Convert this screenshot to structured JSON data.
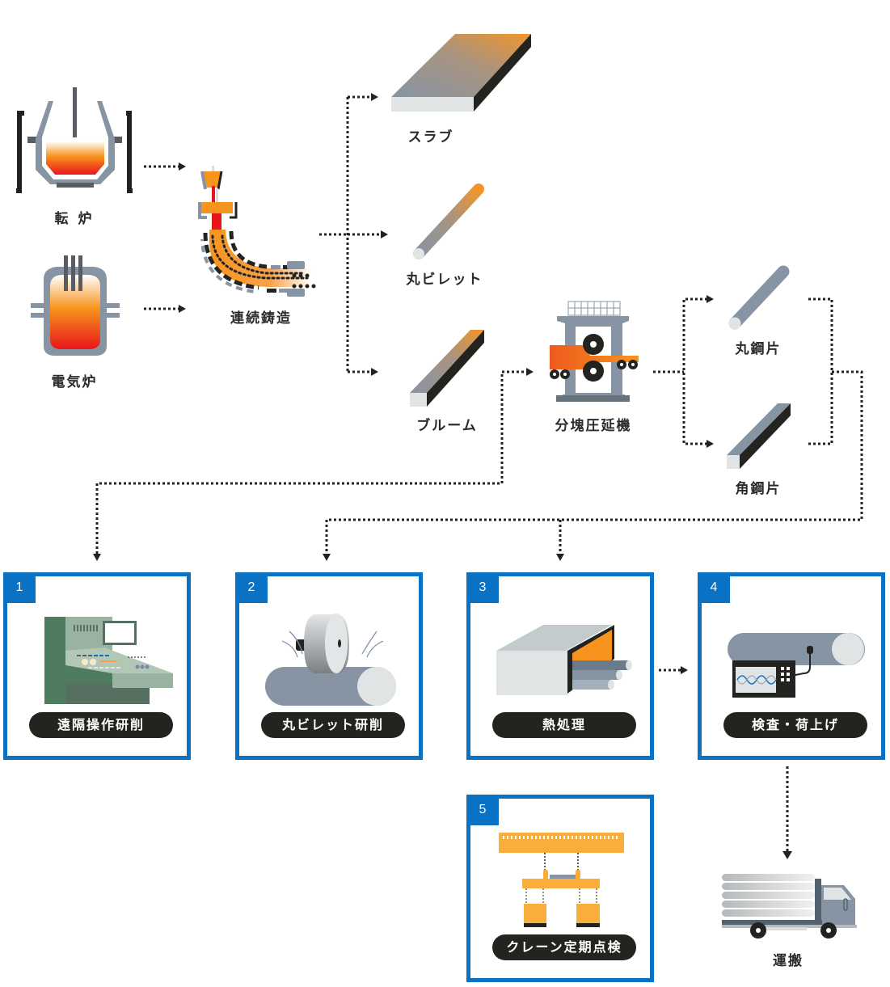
{
  "diagram": {
    "furnaces": [
      {
        "id": "converter",
        "label": "転 炉"
      },
      {
        "id": "electric-furnace",
        "label": "電気炉"
      }
    ],
    "continuous_casting": {
      "label": "連続鋳造"
    },
    "semi_products": [
      {
        "id": "slab",
        "label": "スラブ"
      },
      {
        "id": "round-billet",
        "label": "丸ビレット"
      },
      {
        "id": "bloom",
        "label": "ブルーム"
      }
    ],
    "blooming_mill": {
      "label": "分塊圧延機"
    },
    "billets": [
      {
        "id": "round-billet-steel",
        "label": "丸鋼片"
      },
      {
        "id": "square-billet-steel",
        "label": "角鋼片"
      }
    ],
    "processes": [
      {
        "number": "1",
        "label": "遠隔操作研削",
        "icon": "control-panel-icon"
      },
      {
        "number": "2",
        "label": "丸ビレット研削",
        "icon": "grinding-wheel-icon"
      },
      {
        "number": "3",
        "label": "熱処理",
        "icon": "heat-treatment-furnace-icon"
      },
      {
        "number": "4",
        "label": "検査・荷上げ",
        "icon": "inspection-device-icon"
      },
      {
        "number": "5",
        "label": "クレーン定期点検",
        "icon": "crane-icon"
      }
    ],
    "transport": {
      "label": "運搬"
    },
    "colors": {
      "box_border": "#0a72c4",
      "pill": "#232320",
      "molten_orange": "#f7941d",
      "molten_red": "#e8161b",
      "steel_gray": "#8794a4",
      "connector": "#222222"
    }
  }
}
